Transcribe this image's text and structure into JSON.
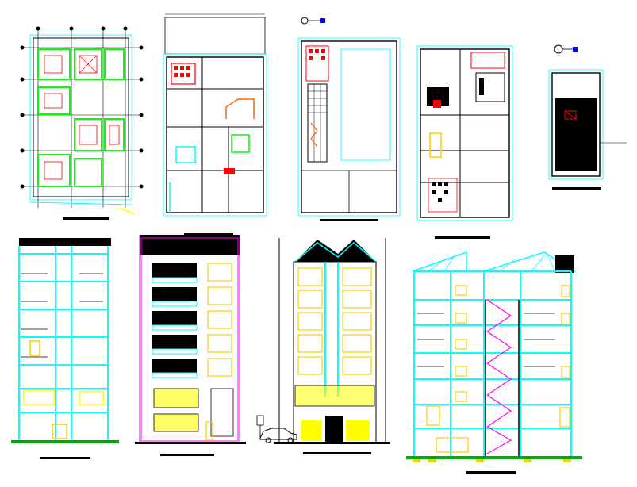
{
  "sheet": {
    "background": "#ffffff",
    "colors": {
      "structure": "#00ffff",
      "walls": "#000000",
      "axes": "#00aa00",
      "highlight": "#ffff00",
      "annotation": "#ff0000",
      "secondary": "#9933cc",
      "accent_blue": "#0000ff"
    },
    "drawings": [
      {
        "name": "floor-plan-structural-grid",
        "kind": "plan"
      },
      {
        "name": "floor-plan-ground-level",
        "kind": "plan"
      },
      {
        "name": "floor-plan-open-hall",
        "kind": "plan"
      },
      {
        "name": "floor-plan-typical-level",
        "kind": "plan"
      },
      {
        "name": "floor-plan-roof-level",
        "kind": "plan"
      },
      {
        "name": "longitudinal-section-a",
        "kind": "section"
      },
      {
        "name": "front-elevation-main",
        "kind": "elevation"
      },
      {
        "name": "front-elevation-side",
        "kind": "elevation"
      },
      {
        "name": "cross-section-staircase",
        "kind": "section"
      }
    ]
  }
}
